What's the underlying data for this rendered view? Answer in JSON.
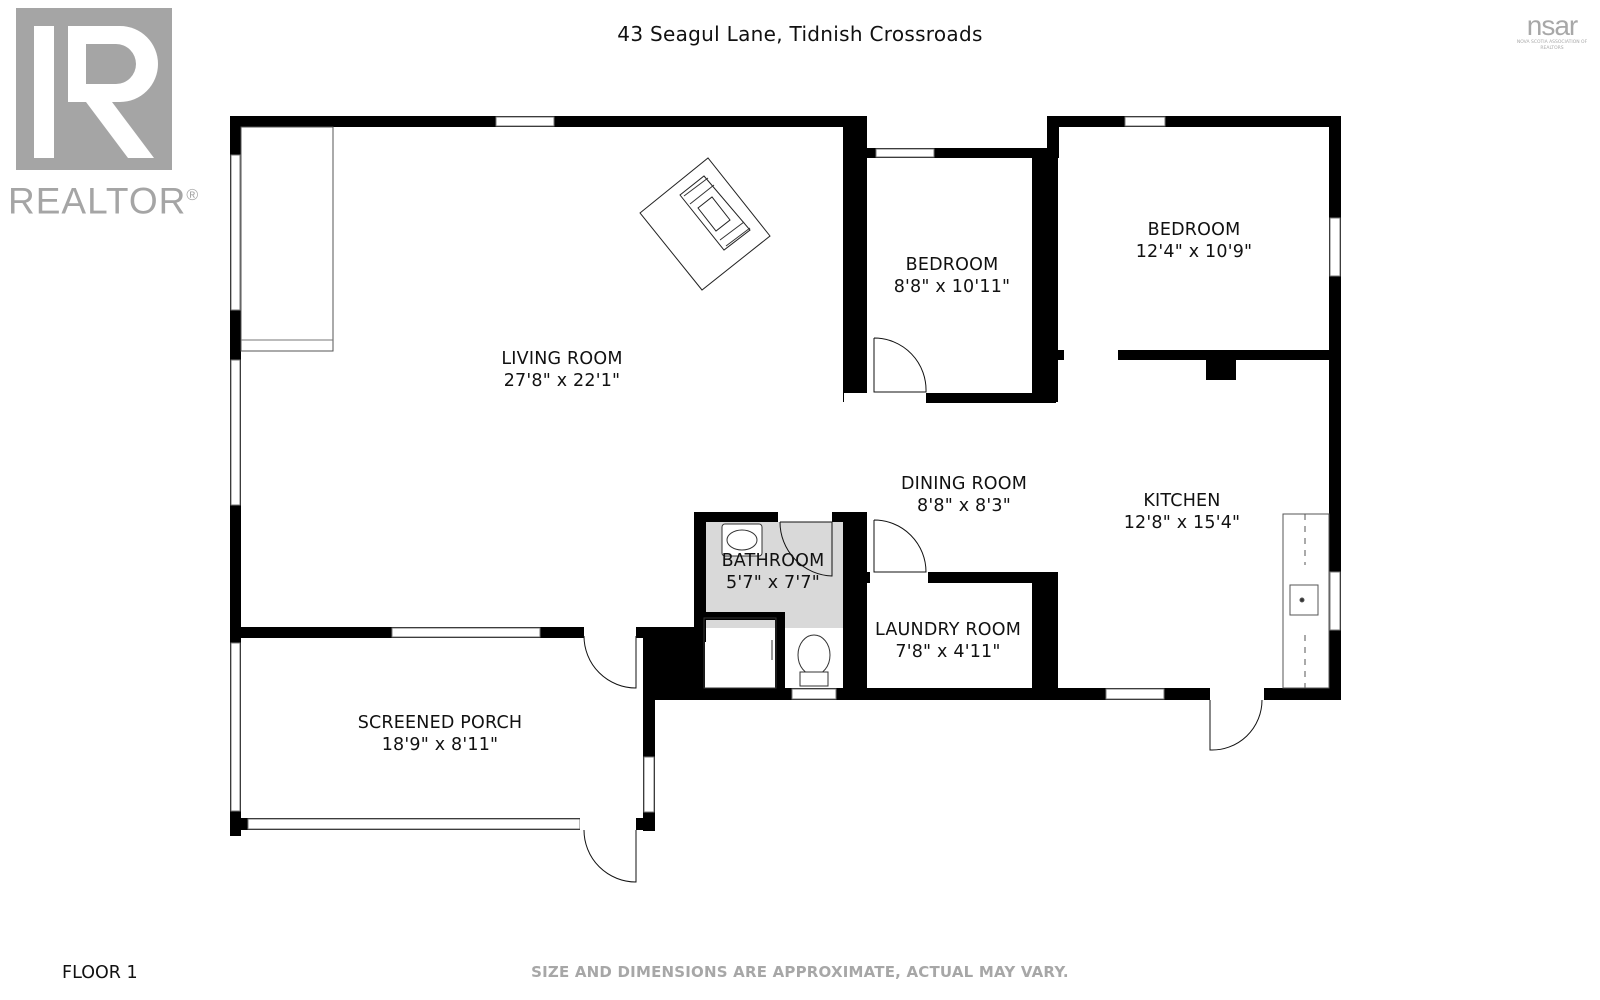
{
  "header": {
    "address": "43 Seagul Lane, Tidnish Crossroads"
  },
  "footer": {
    "floor_label": "FLOOR 1",
    "disclaimer": "SIZE AND DIMENSIONS ARE APPROXIMATE, ACTUAL MAY VARY."
  },
  "logos": {
    "realtor_word": "REALTOR",
    "realtor_mark": "®",
    "nsar_mark": "nsar",
    "nsar_subtitle": "NOVA SCOTIA ASSOCIATION OF REALTORS"
  },
  "rooms": {
    "living_room": {
      "name": "LIVING ROOM",
      "dims": "27'8\" x 22'1\""
    },
    "bedroom_small": {
      "name": "BEDROOM",
      "dims": "8'8\" x 10'11\""
    },
    "bedroom_large": {
      "name": "BEDROOM",
      "dims": "12'4\" x 10'9\""
    },
    "dining_room": {
      "name": "DINING ROOM",
      "dims": "8'8\" x 8'3\""
    },
    "kitchen": {
      "name": "KITCHEN",
      "dims": "12'8\" x 15'4\""
    },
    "bathroom": {
      "name": "BATHROOM",
      "dims": "5'7\" x 7'7\""
    },
    "laundry_room": {
      "name": "LAUNDRY ROOM",
      "dims": "7'8\" x 4'11\""
    },
    "screened_porch": {
      "name": "SCREENED PORCH",
      "dims": "18'9\" x 8'11\""
    }
  },
  "colors": {
    "wall": "#000000",
    "bathroom_floor": "#d9d9d9",
    "logo_gray": "#a5a5a5"
  }
}
